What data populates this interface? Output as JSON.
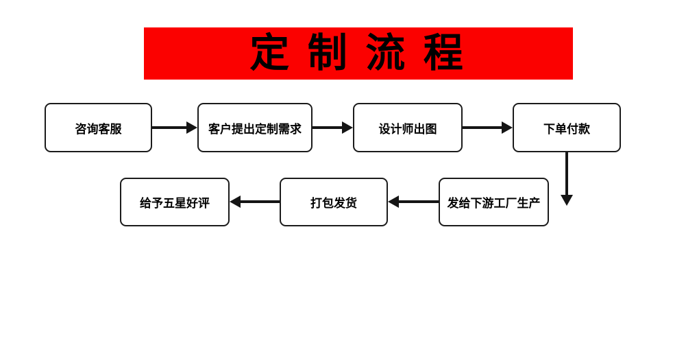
{
  "title": "定 制 流 程",
  "flow": {
    "steps": [
      {
        "label": "咨询客服"
      },
      {
        "label": "客户提出定制需求"
      },
      {
        "label": "设计师出图"
      },
      {
        "label": "下单付款"
      },
      {
        "label": "发给下游工厂生产"
      },
      {
        "label": "打包发货"
      },
      {
        "label": "给予五星好评"
      }
    ]
  },
  "colors": {
    "banner_bg": "#fb0100",
    "banner_text": "#000000",
    "box_bg": "#ffffff",
    "box_border": "#1b1b1b",
    "arrow": "#151515",
    "background": "#ffffff"
  }
}
